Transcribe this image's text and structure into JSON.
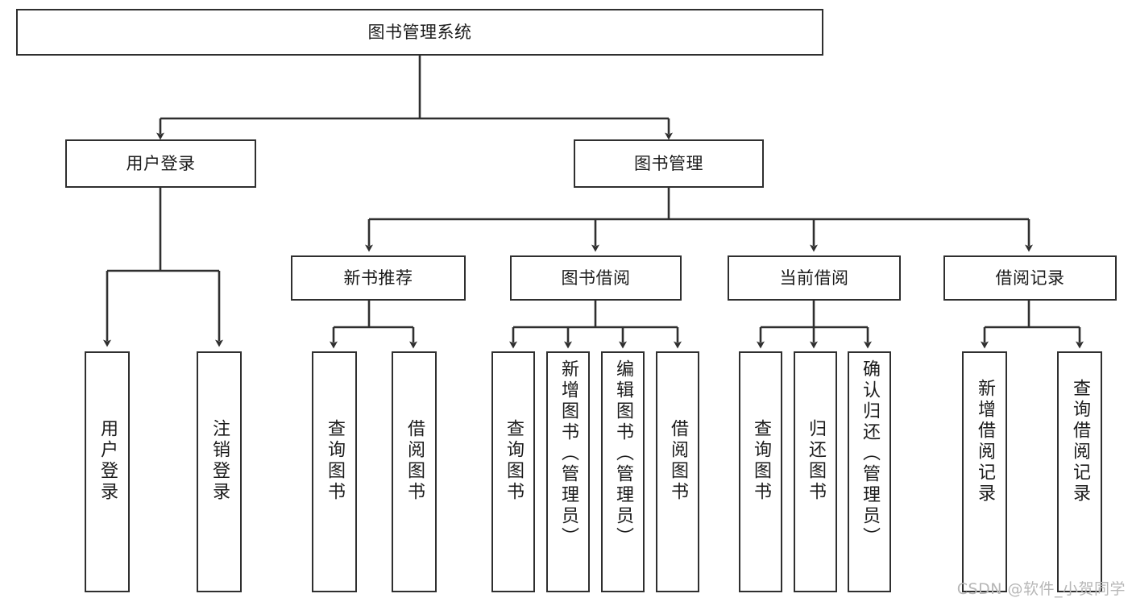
{
  "diagram": {
    "title_text": "图书管理系统",
    "type": "tree-hierarchy-diagram",
    "box_fill": "#ffffff",
    "box_stroke": "#2f2f2f",
    "text_color": "#1b1b1b",
    "background": "#ffffff",
    "nodes": {
      "root": {
        "label": "图书管理系统"
      },
      "level1": [
        {
          "label": "用户登录"
        },
        {
          "label": "图书管理"
        }
      ],
      "level2": [
        {
          "label": "新书推荐"
        },
        {
          "label": "图书借阅"
        },
        {
          "label": "当前借阅"
        },
        {
          "label": "借阅记录"
        }
      ],
      "leaves": {
        "user_login": [
          {
            "label": "用户登录"
          },
          {
            "label": "注销登录"
          }
        ],
        "new_book_recommend": [
          {
            "label": "查询图书"
          },
          {
            "label": "借阅图书"
          }
        ],
        "book_borrow": [
          {
            "label": "查询图书"
          },
          {
            "label": "新增图书（管理员）"
          },
          {
            "label": "编辑图书（管理员）"
          },
          {
            "label": "借阅图书"
          }
        ],
        "current_borrow": [
          {
            "label": "查询图书"
          },
          {
            "label": "归还图书"
          },
          {
            "label": "确认归还（管理员）"
          }
        ],
        "borrow_records": [
          {
            "label": "新增借阅记录"
          },
          {
            "label": "查询借阅记录"
          }
        ]
      }
    },
    "watermark": "CSDN @软件_小贺同学"
  }
}
